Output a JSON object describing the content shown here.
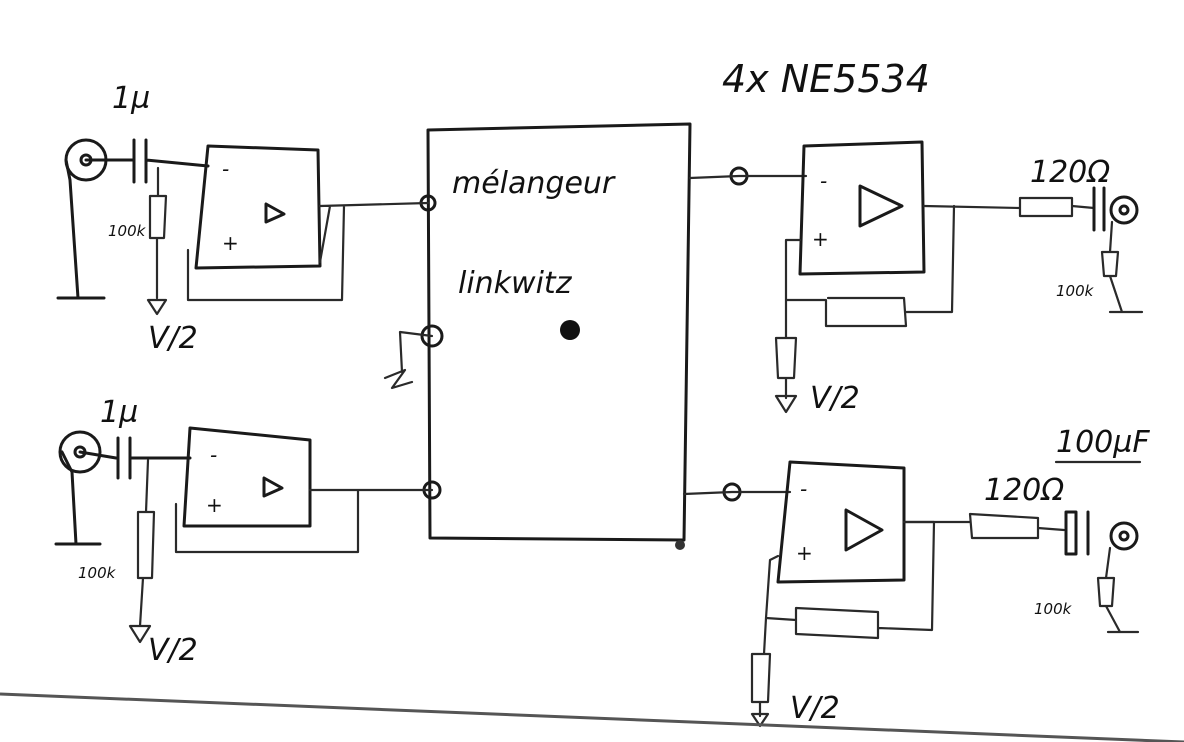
{
  "header": {
    "opamp_note": "4x NE5534"
  },
  "mixer": {
    "line1": "mélangeur",
    "line2": "linkwitz"
  },
  "inputs": [
    {
      "cap": "1µ",
      "resistor": "100k",
      "bias": "V/2"
    },
    {
      "cap": "1µ",
      "resistor": "100k",
      "bias": "V/2"
    }
  ],
  "outputs": [
    {
      "series_resistor": "120Ω",
      "load_resistor": "100k",
      "bias": "V/2"
    },
    {
      "series_resistor": "120Ω",
      "load_resistor": "100k",
      "bias": "V/2",
      "cap": "100µF"
    }
  ],
  "opamp_symbols": {
    "minus": "-",
    "plus": "+"
  },
  "colors": {
    "ink": "#1a1a1a",
    "paper": "#ffffff"
  }
}
